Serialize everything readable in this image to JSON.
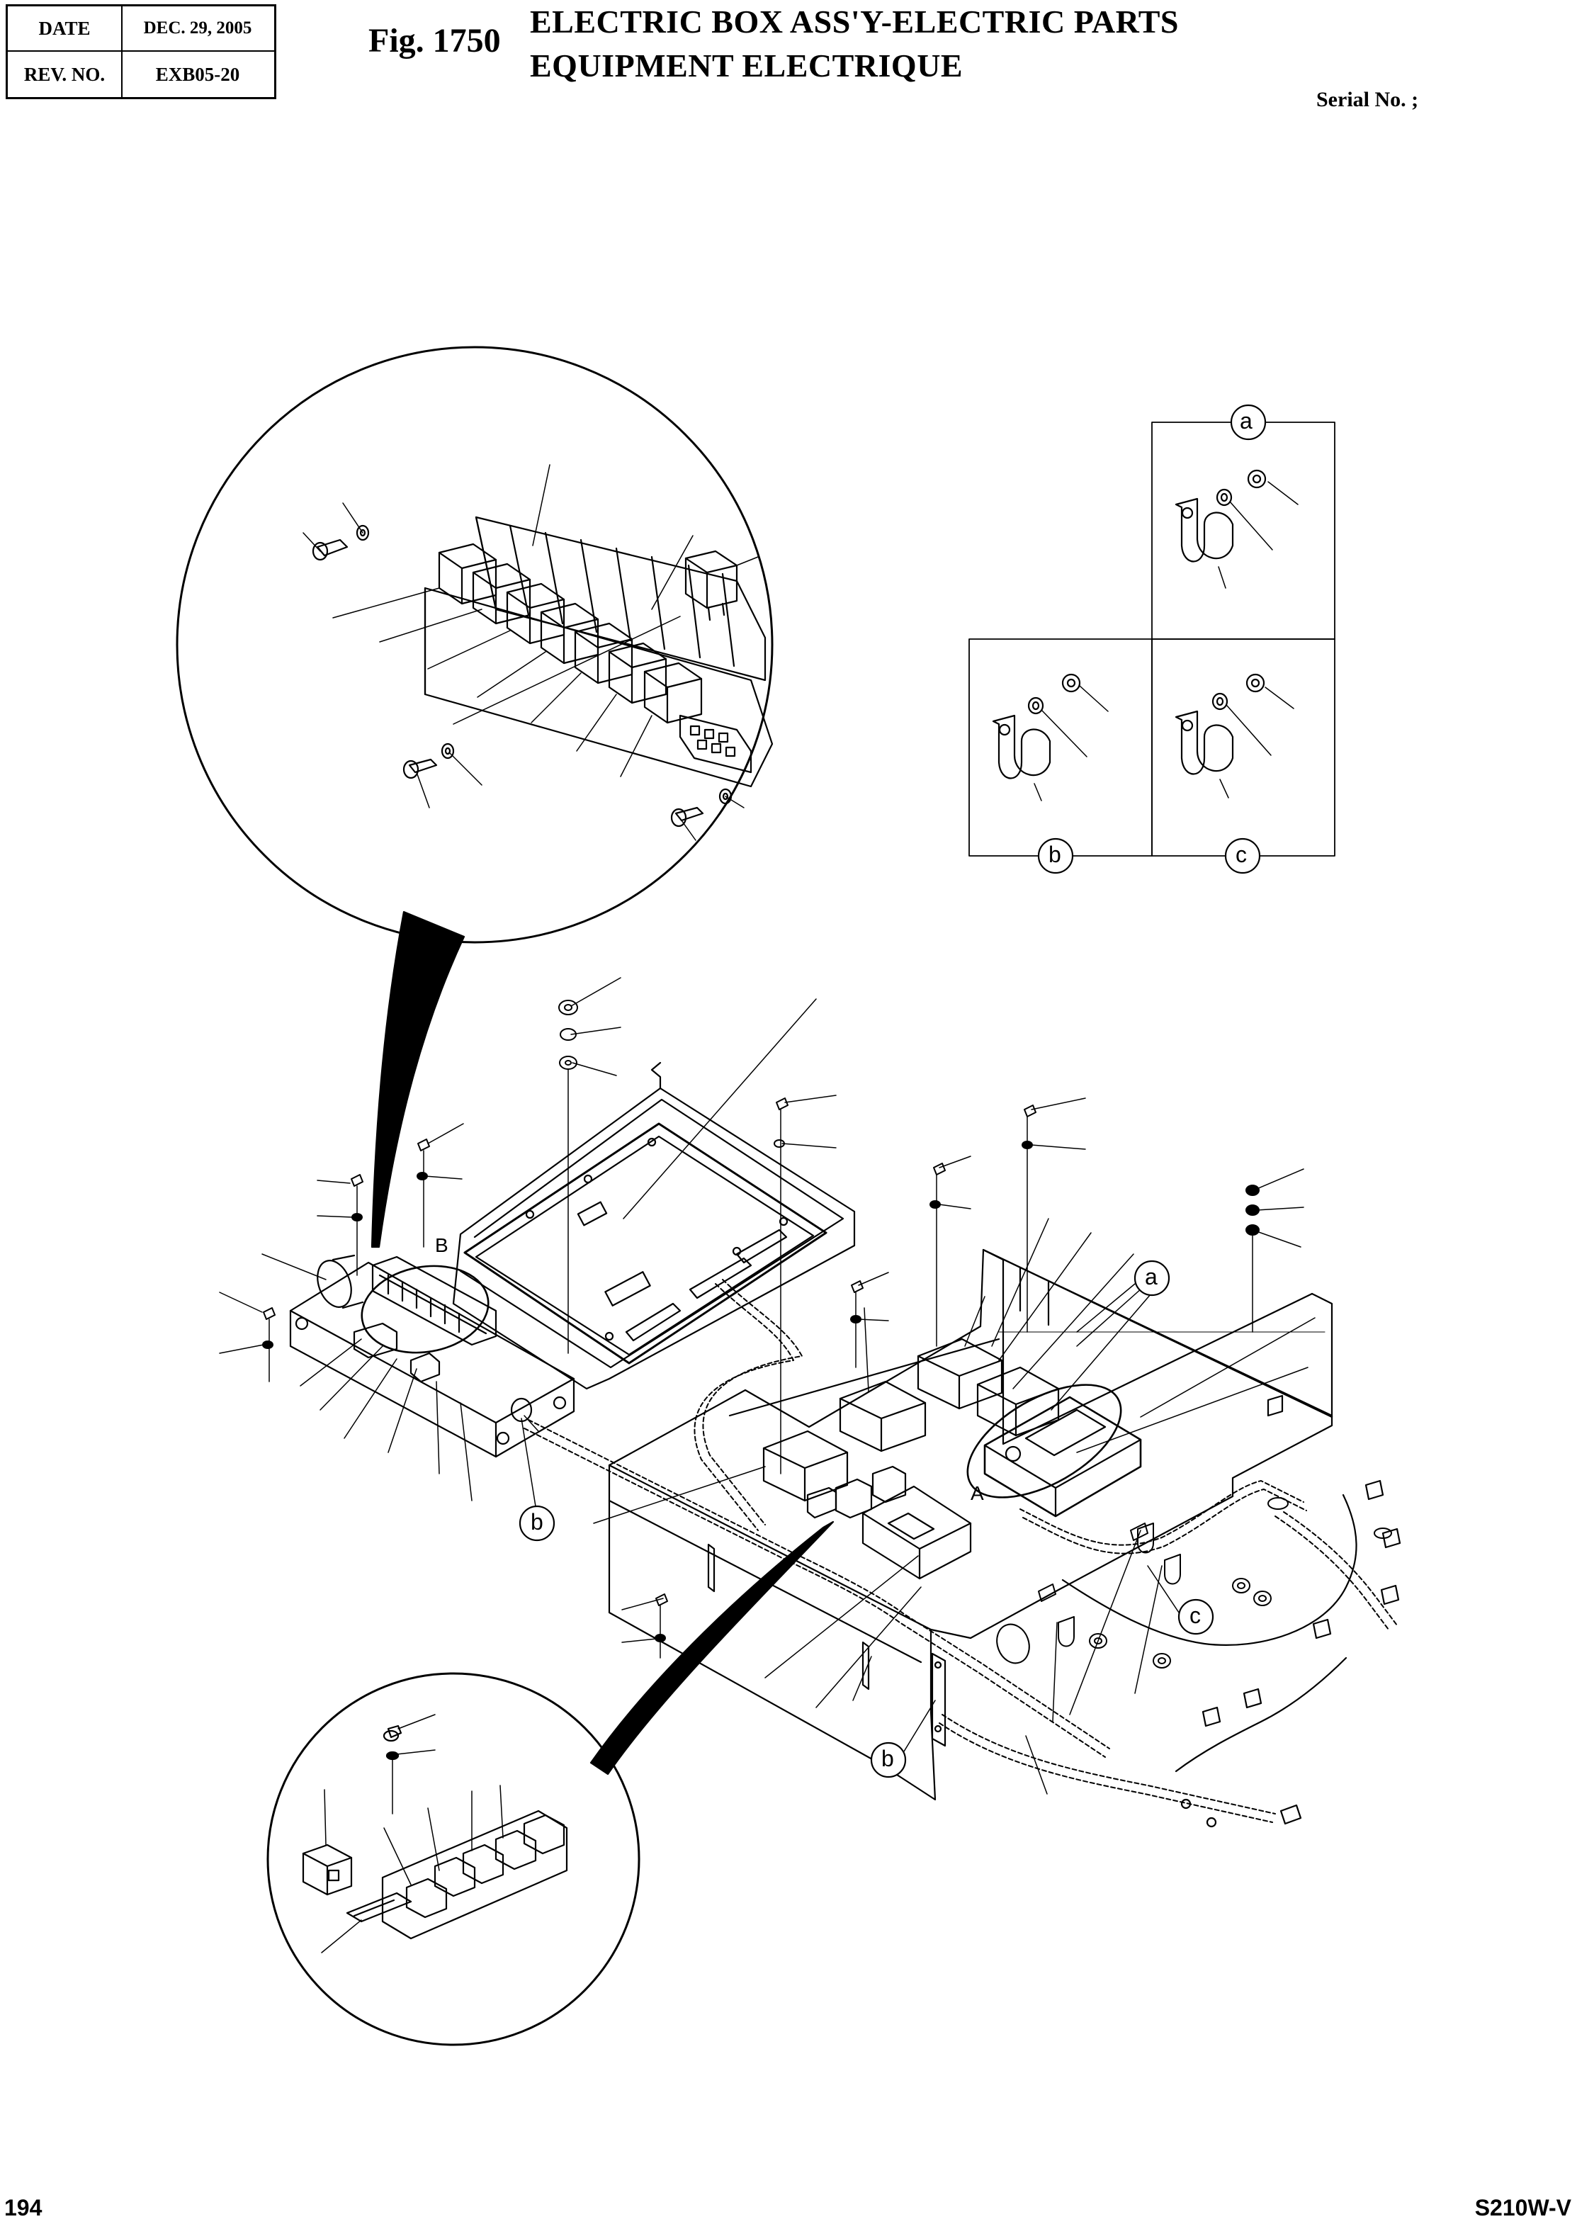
{
  "header": {
    "date_label": "DATE",
    "date_value": "DEC. 29, 2005",
    "rev_label": "REV. NO.",
    "rev_value": "EXB05-20"
  },
  "figure": {
    "number": "Fig. 1750",
    "title_line1": "ELECTRIC BOX ASS'Y-ELECTRIC PARTS",
    "title_line2": "EQUIPMENT ELECTRIQUE",
    "serial": "Serial No. ;"
  },
  "detail_refs": {
    "a": "a",
    "b": "b",
    "c": "c",
    "detail_A": "A",
    "detail_B": "B"
  },
  "footer": {
    "page_number": "194",
    "model": "S210W-V"
  }
}
